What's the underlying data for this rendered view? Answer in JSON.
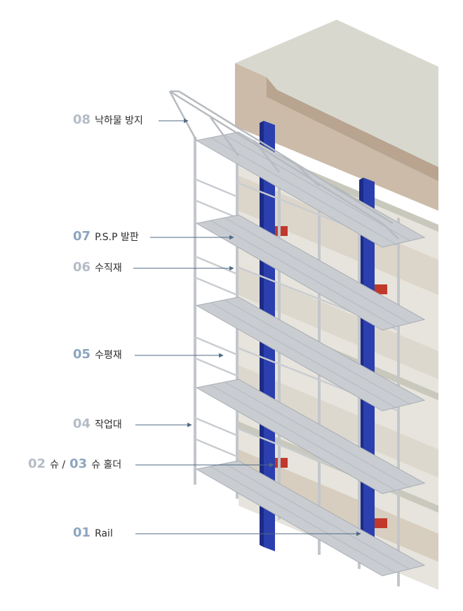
{
  "colors": {
    "number_gray": "#b4bcc6",
    "number_blue": "#8da5c0",
    "rail": "#2b3fae",
    "rail_dark": "#1c2b86",
    "frame": "#c3c6cb",
    "deck": "#c9cdd2",
    "building_top": "#d6d6cc",
    "building_face": "#c9b7a3",
    "holder": "#c0392b",
    "arrow": "#4f6a85"
  },
  "callouts": [
    {
      "id": "08",
      "num": "08",
      "text": "낙하물 방지",
      "num_color": "gray"
    },
    {
      "id": "07",
      "num": "07",
      "text": "P.S.P 발판",
      "num_color": "blue"
    },
    {
      "id": "06",
      "num": "06",
      "text": "수직재",
      "num_color": "gray"
    },
    {
      "id": "05",
      "num": "05",
      "text": "수평재",
      "num_color": "blue"
    },
    {
      "id": "04",
      "num": "04",
      "text": "작업대",
      "num_color": "gray"
    },
    {
      "id": "02_03",
      "num": "02",
      "text": "슈 /",
      "num2": "03",
      "text2": "슈 홀더",
      "num_color": "gray",
      "num2_color": "blue"
    },
    {
      "id": "01",
      "num": "01",
      "text": "Rail",
      "num_color": "blue"
    }
  ]
}
